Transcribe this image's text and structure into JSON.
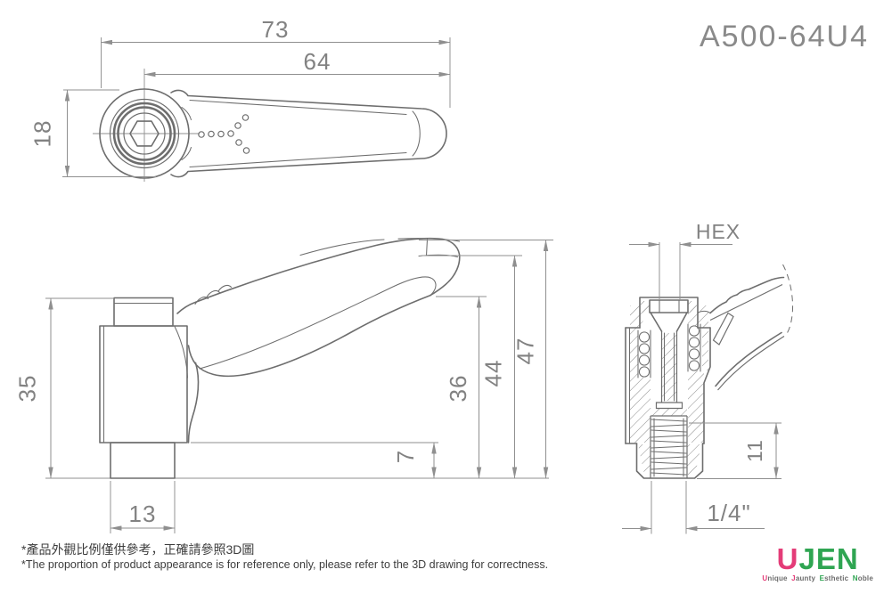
{
  "part_number": "A500-64U4",
  "views": {
    "top_view": {
      "dim_overall_length": "73",
      "dim_handle_length": "64",
      "dim_head_diameter": "18"
    },
    "side_view": {
      "dim_total_height": "35",
      "dim_boss_diameter": "13",
      "dim_boss_height": "7",
      "dim_handle_underside_height": "36",
      "dim_handle_top_height": "44",
      "dim_max_height": "47"
    },
    "section_view": {
      "dim_hex_socket": "HEX",
      "dim_thread_length": "11",
      "dim_thread_size": "1/4\""
    }
  },
  "footnotes": {
    "zh": "*產品外觀比例僅供參考，正確請參照3D圖",
    "en": "*The proportion of product appearance is for reference only, please refer to the 3D drawing for correctness."
  },
  "logo": {
    "mark_u": "U",
    "mark_jen": "JEN",
    "tagline_words": [
      "Unique",
      "Jaunty",
      "Esthetic",
      "Noble"
    ]
  },
  "colors": {
    "line": "#6e6e6e",
    "dim": "#8f8f8f",
    "text": "#828282",
    "pn": "#8a8a8a",
    "pink": "#e43c78",
    "green": "#2fa552"
  }
}
